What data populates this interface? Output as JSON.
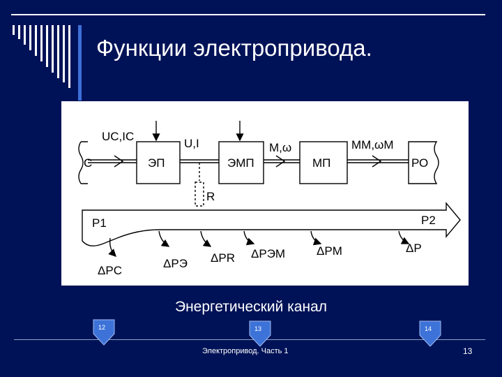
{
  "slide": {
    "title": "Функции электропривода.",
    "caption": "Энергетический канал",
    "footer": "Электропривод. Часть 1",
    "page_number": "13",
    "background_color": "#001257"
  },
  "diagram": {
    "blocks": {
      "source": "С",
      "converter": "ЭП",
      "emp": "ЭМП",
      "mech": "МП",
      "working": "РО"
    },
    "signals": {
      "uc_ic": "UС,IС",
      "u_i": "U,I",
      "m_omega": "M,ω",
      "mm_omegam": "MМ,ωМ",
      "r": "R"
    },
    "power": {
      "p1": "P1",
      "p2": "P2",
      "losses": [
        "ΔPС",
        "ΔPЭ",
        "ΔPR",
        "ΔPЭМ",
        "ΔPМ",
        "ΔP"
      ]
    }
  },
  "nav_markers": [
    "12",
    "13",
    "14"
  ]
}
